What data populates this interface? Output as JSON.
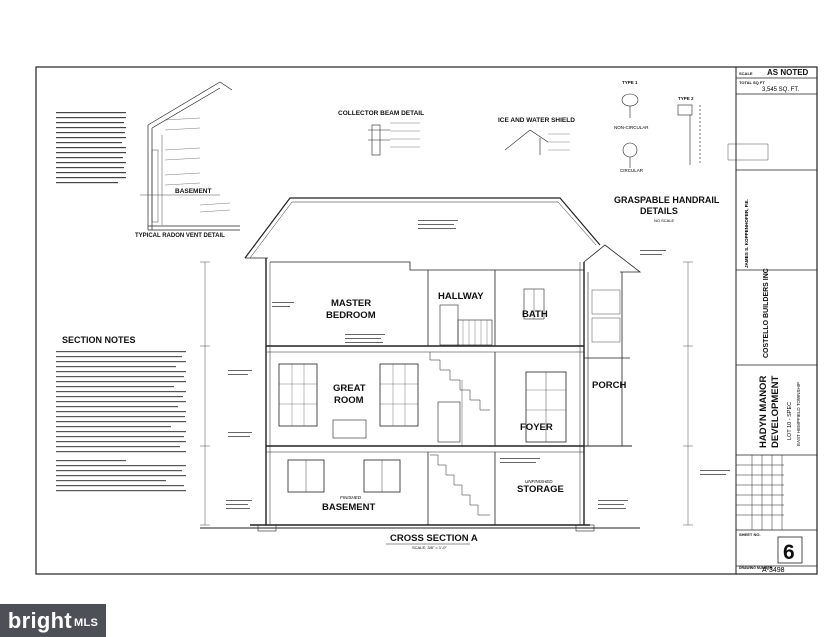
{
  "title_block": {
    "scale_label": "SCALE",
    "scale_value": "AS NOTED",
    "total_label": "TOTAL SQ FT",
    "total_value": "3,545 SQ. FT.",
    "engineer": "JAMES S. KOPPENHOFER, P.E.",
    "builder": "COSTELLO BUILDERS INC",
    "project_line1": "HADYN MANOR",
    "project_line2": "DEVELOPMENT",
    "lot": "LOT 10 - SPEC",
    "township": "EAST HEMPFIELD TOWNSHIP",
    "sheet_label": "SHEET NO.",
    "sheet_number": "6",
    "drawing_label": "DRAWING NUMBER",
    "drawing_number": "A-3498"
  },
  "drawing": {
    "main_title": "CROSS SECTION A",
    "main_scale": "SCALE: 3/8\" = 1'-0\"",
    "rooms": {
      "master_1": "MASTER",
      "master_2": "BEDROOM",
      "hallway": "HALLWAY",
      "bath": "BATH",
      "great_1": "GREAT",
      "great_2": "ROOM",
      "foyer": "FOYER",
      "porch": "PORCH",
      "basement_finished": "FINISHED",
      "basement": "BASEMENT",
      "storage_unfinished": "UNFINISHED",
      "storage": "STORAGE"
    },
    "details": {
      "radon_label": "BASEMENT",
      "radon_title": "TYPICAL RADON VENT DETAIL",
      "collector": "COLLECTOR BEAM DETAIL",
      "ice_water": "ICE AND WATER SHIELD",
      "handrail_1": "GRASPABLE HANDRAIL",
      "handrail_2": "DETAILS",
      "handrail_scale": "NO SCALE",
      "type1": "TYPE 1",
      "type2": "TYPE 2",
      "non_circular": "NON-CIRCULAR",
      "circular": "CIRCULAR"
    },
    "notes_title": "SECTION NOTES"
  },
  "watermark": {
    "text": "bright",
    "suffix": "MLS"
  }
}
